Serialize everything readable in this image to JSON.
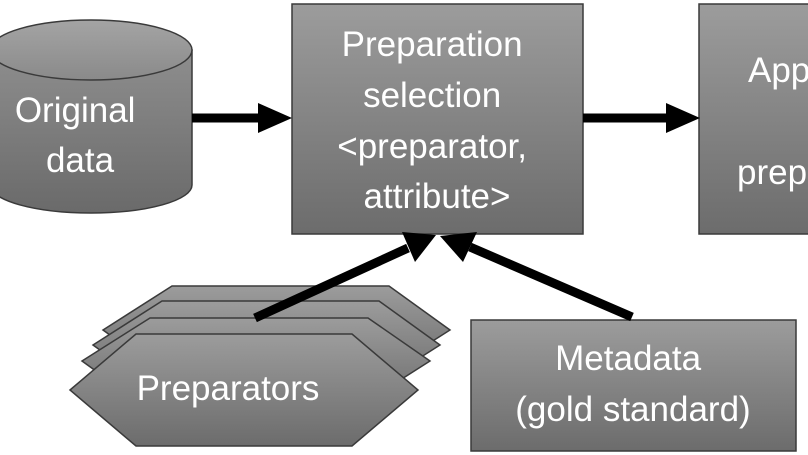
{
  "nodes": {
    "original_data": {
      "lines": [
        "Original",
        "data"
      ]
    },
    "preparation_selection": {
      "lines": [
        "Preparation",
        "selection",
        "<preparator,",
        "attribute>"
      ]
    },
    "apply_preparators": {
      "lines": [
        "App",
        "",
        "prep"
      ]
    },
    "preparators": {
      "lines": [
        "Preparators"
      ]
    },
    "metadata": {
      "lines": [
        "Metadata",
        "(gold standard)"
      ]
    }
  },
  "colors": {
    "box_fill_top": "#9a9a9a",
    "box_fill_bottom": "#6e6e6e",
    "box_stroke": "#3a3a3a",
    "arrow": "#000000",
    "text": "#ffffff"
  }
}
